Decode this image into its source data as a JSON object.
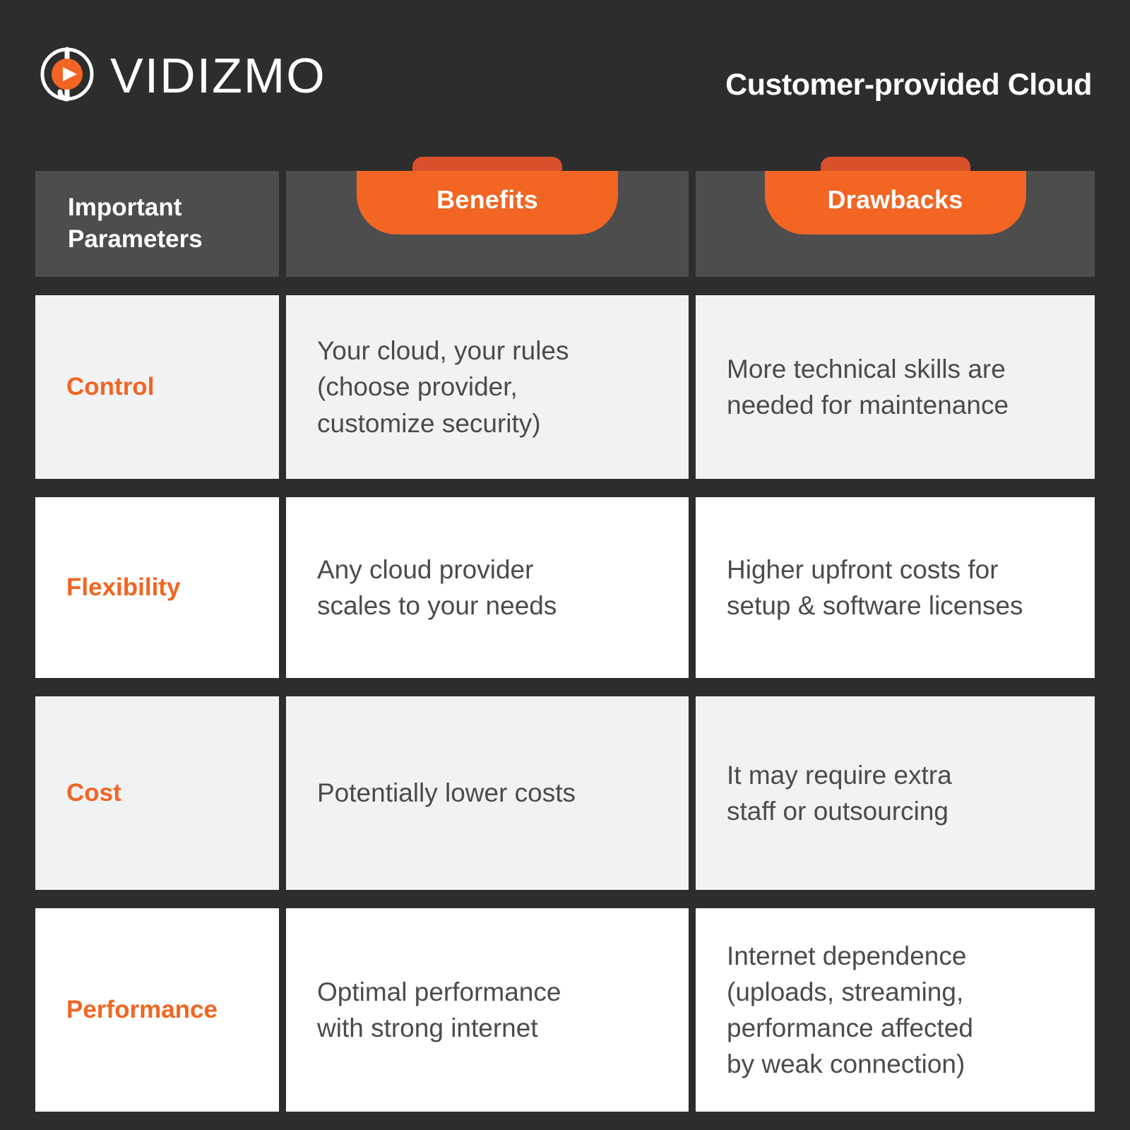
{
  "brand": {
    "name": "VIDIZMO",
    "logo_icon": "vidizmo-play-logo-icon"
  },
  "header": {
    "title": "Customer-provided Cloud"
  },
  "table": {
    "columns": [
      {
        "key": "parameters",
        "label": "Important\nParameters",
        "style": "plain-header"
      },
      {
        "key": "benefits",
        "label": "Benefits",
        "style": "orange-badge"
      },
      {
        "key": "drawbacks",
        "label": "Drawbacks",
        "style": "orange-badge"
      }
    ],
    "rows": [
      {
        "parameter": "Control",
        "benefit": "Your cloud, your rules\n(choose provider,\ncustomize security)",
        "drawback": "More technical skills are\nneeded for maintenance"
      },
      {
        "parameter": "Flexibility",
        "benefit": "Any cloud provider\nscales to your needs",
        "drawback": "Higher upfront costs for\nsetup & software licenses"
      },
      {
        "parameter": "Cost",
        "benefit": "Potentially lower costs",
        "drawback": "It may require extra\nstaff or outsourcing"
      },
      {
        "parameter": "Performance",
        "benefit": "Optimal performance\nwith strong internet",
        "drawback": "Internet dependence\n(uploads, streaming,\nperformance affected\nby weak connection)"
      }
    ]
  },
  "colors": {
    "background": "#2e2d2d",
    "header_cell": "#4d4d4d",
    "accent_orange": "#f26522",
    "accent_orange_dark": "#d9502b",
    "row_shade": "#f1f2f3",
    "row_plain": "#ffffff",
    "body_text": "#4b4b4b",
    "white": "#ffffff"
  }
}
